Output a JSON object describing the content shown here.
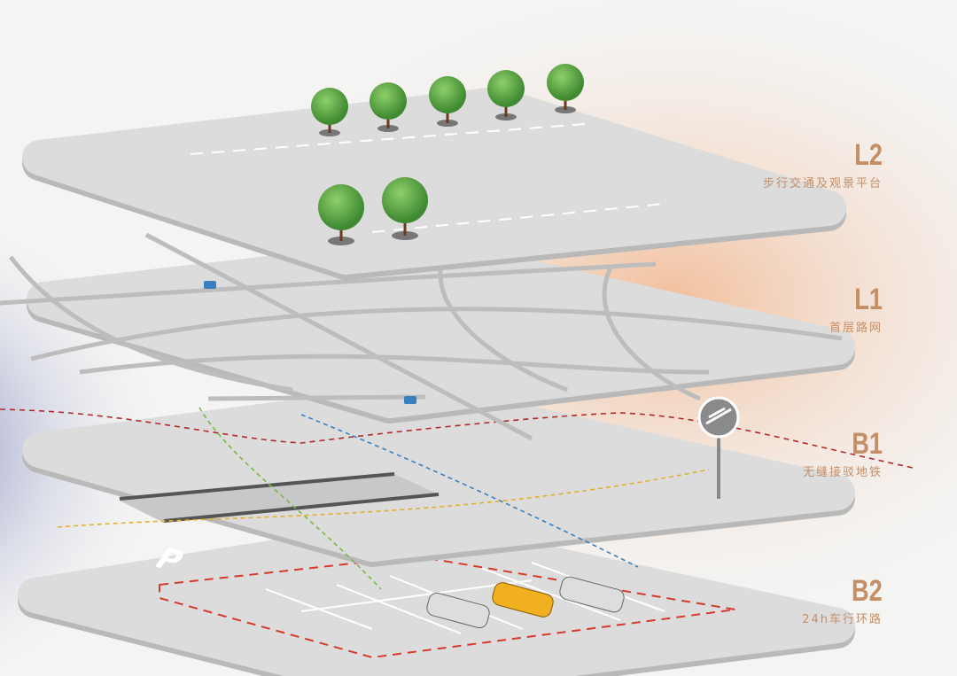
{
  "layers": [
    {
      "code": "L2",
      "description": "步行交通及观景平台"
    },
    {
      "code": "L1",
      "description": "首层路网"
    },
    {
      "code": "B1",
      "description": "无缝接驳地铁"
    },
    {
      "code": "B2",
      "description": "24h车行环路"
    }
  ],
  "icons": [
    "tree-icon",
    "parking-sign-icon",
    "metro-sign-icon",
    "car-icon",
    "parking-p-marking"
  ],
  "colors": {
    "label": "#c48e66",
    "layer": "#d9d9d9",
    "layer_edge": "#b9b9b9",
    "metro_red": "#b02a2a",
    "metro_blue": "#3a7fc0",
    "metro_green": "#7ab648",
    "metro_yellow": "#e2b02a",
    "car_loop": "#d63a2a"
  }
}
